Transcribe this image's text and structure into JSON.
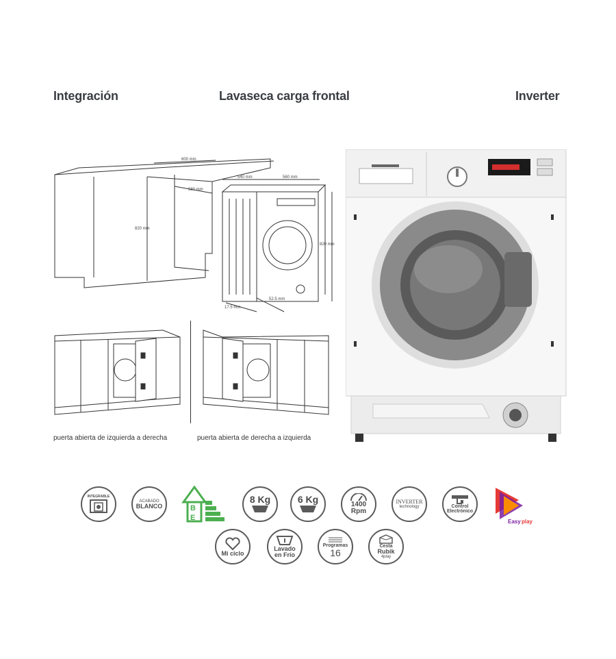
{
  "headers": {
    "left": "Integración",
    "center": "Lavaseca carga frontal",
    "right": "Inverter"
  },
  "dimensions": {
    "width_cabinet": "600 mm",
    "depth_niche": "580 mm",
    "height_niche": "820 mm",
    "depth_machine": "540 mm",
    "width_machine": "560 mm",
    "height_machine": "820 mm",
    "foot": "17.5 mm",
    "door_offset": "52.5 mm"
  },
  "captions": {
    "left": "puerta abierta de izquierda a derecha",
    "right": "puerta abierta de derecha a izquierda"
  },
  "badges": {
    "integrable": {
      "l1": "INTEGRABLE"
    },
    "finish": {
      "l1": "ACABADO",
      "l2": "BLANCO"
    },
    "energy": {
      "l1": "B",
      "l2": "E"
    },
    "wash": {
      "value": "8 Kg"
    },
    "dry": {
      "value": "6 Kg"
    },
    "spin": {
      "value": "1400",
      "unit": "Rpm"
    },
    "inverter": {
      "l1": "INVERTER",
      "l2": "technology"
    },
    "control": {
      "l1": "Control",
      "l2": "Electrónico"
    },
    "mi_ciclo": {
      "l1": "Mi ciclo"
    },
    "lavado": {
      "l1": "Lavado",
      "l2": "en Frío"
    },
    "programas": {
      "l1": "Programas",
      "l2": "16"
    },
    "cesta": {
      "l1": "Cesta",
      "l2": "Rubik",
      "l3": "4play"
    },
    "easyplay": {
      "l1": "Easy",
      "l2": "play"
    }
  },
  "colors": {
    "energy_green": "#4caf50",
    "badge_gray": "#5a5a5a",
    "easy_red": "#e53935",
    "easy_purple": "#7b1fa2",
    "easy_orange": "#fb8c00"
  }
}
